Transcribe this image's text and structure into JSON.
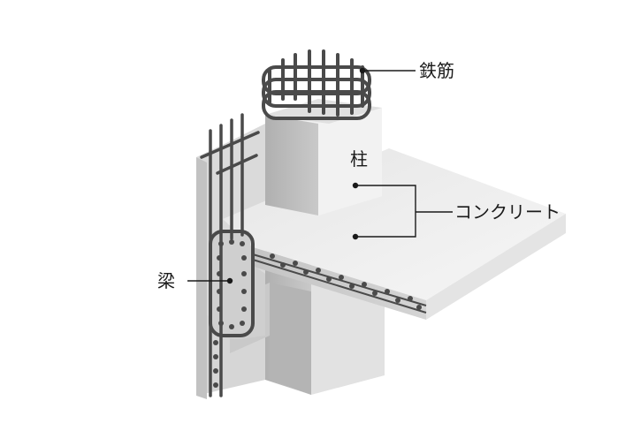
{
  "labels": {
    "rebar": "鉄筋",
    "column": "柱",
    "concrete": "コンクリート",
    "beam": "梁"
  },
  "colors": {
    "background": "#ffffff",
    "rebar": "#4a4a4a",
    "leader": "#1a1a1a",
    "concrete_light": "#f1f1f1",
    "concrete_mid": "#d9d9d9",
    "concrete_dark": "#a9a9a9"
  }
}
